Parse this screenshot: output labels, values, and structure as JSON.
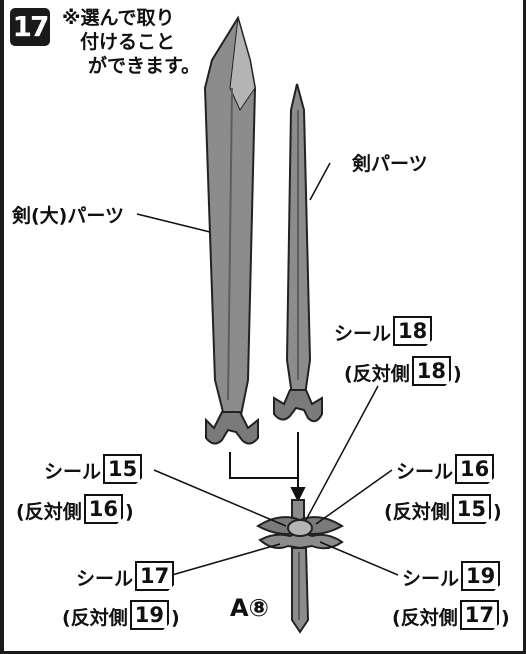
{
  "step": {
    "number": "17"
  },
  "note": {
    "lines": [
      "※選んで取り",
      "付けること",
      "ができます。"
    ]
  },
  "labels": {
    "sword_part": "剣パーツ",
    "sword_large_part": "剣(大)パーツ",
    "sticker": "シール",
    "opposite_side": "反対側",
    "part_ref": "A⑧"
  },
  "stickers": {
    "top_front": "18",
    "top_back": "18",
    "left_upper_front": "15",
    "left_upper_back": "16",
    "right_upper_front": "16",
    "right_upper_back": "15",
    "left_lower_front": "17",
    "left_lower_back": "19",
    "right_lower_front": "19",
    "right_lower_back": "17"
  },
  "colors": {
    "part_fill": "#8c8c8c",
    "part_dark": "#5e5e5e",
    "part_light": "#b4b4b4",
    "ink": "#111111"
  }
}
